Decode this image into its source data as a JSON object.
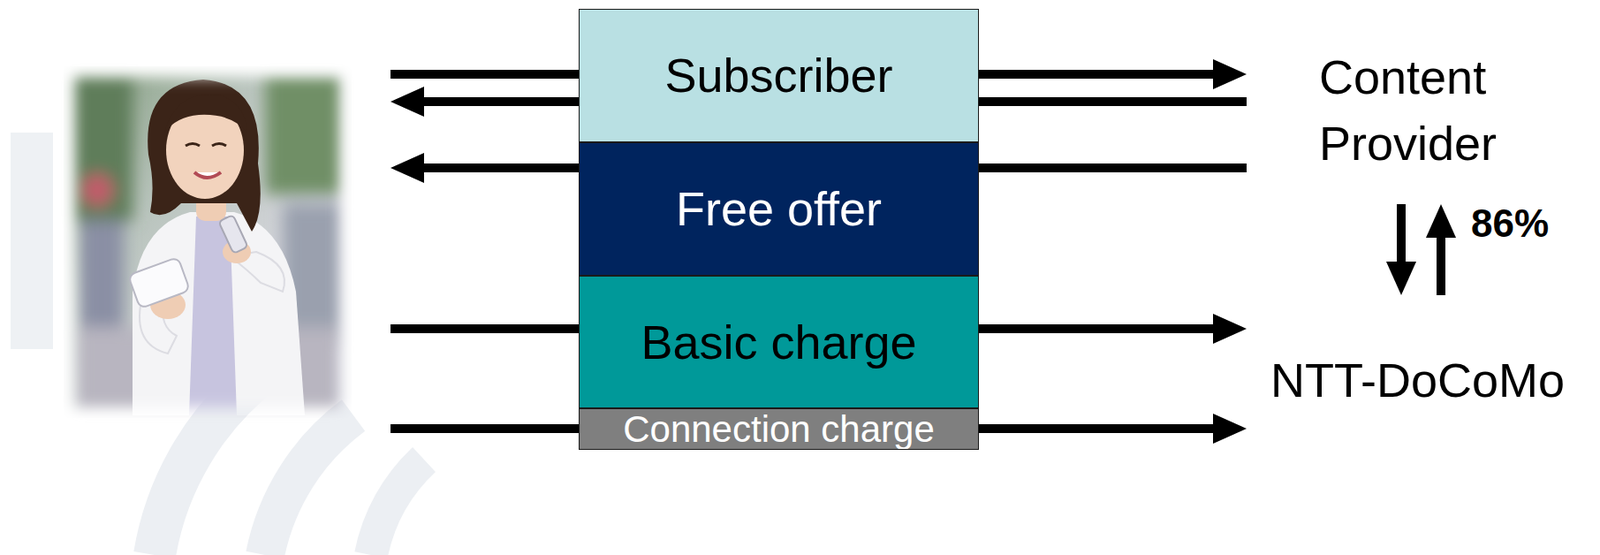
{
  "diagram": {
    "nodes": [
      {
        "text": [
          "Subscriber"
        ]
      },
      {
        "text": [
          "Free offer"
        ]
      },
      {
        "text": [
          "Basic charge"
        ]
      },
      {
        "text": [
          "Connection charge"
        ]
      },
      {
        "text": [
          "Content Provider"
        ]
      },
      {
        "text": [
          "NTT-DoCoMo"
        ]
      }
    ],
    "edges": [
      {
        "from": 0,
        "to": 4,
        "arrow": "to"
      },
      {
        "from": 4,
        "to": 0,
        "arrow": "to"
      },
      {
        "from": 4,
        "to": 1,
        "arrow": "to"
      },
      {
        "from": 2,
        "to": 5,
        "arrow": "to"
      },
      {
        "from": 3,
        "to": 5,
        "arrow": "to"
      },
      {
        "from": 4,
        "to": 5,
        "arrow": "to",
        "label": "86%"
      },
      {
        "from": 5,
        "to": 4,
        "arrow": "to"
      }
    ]
  }
}
